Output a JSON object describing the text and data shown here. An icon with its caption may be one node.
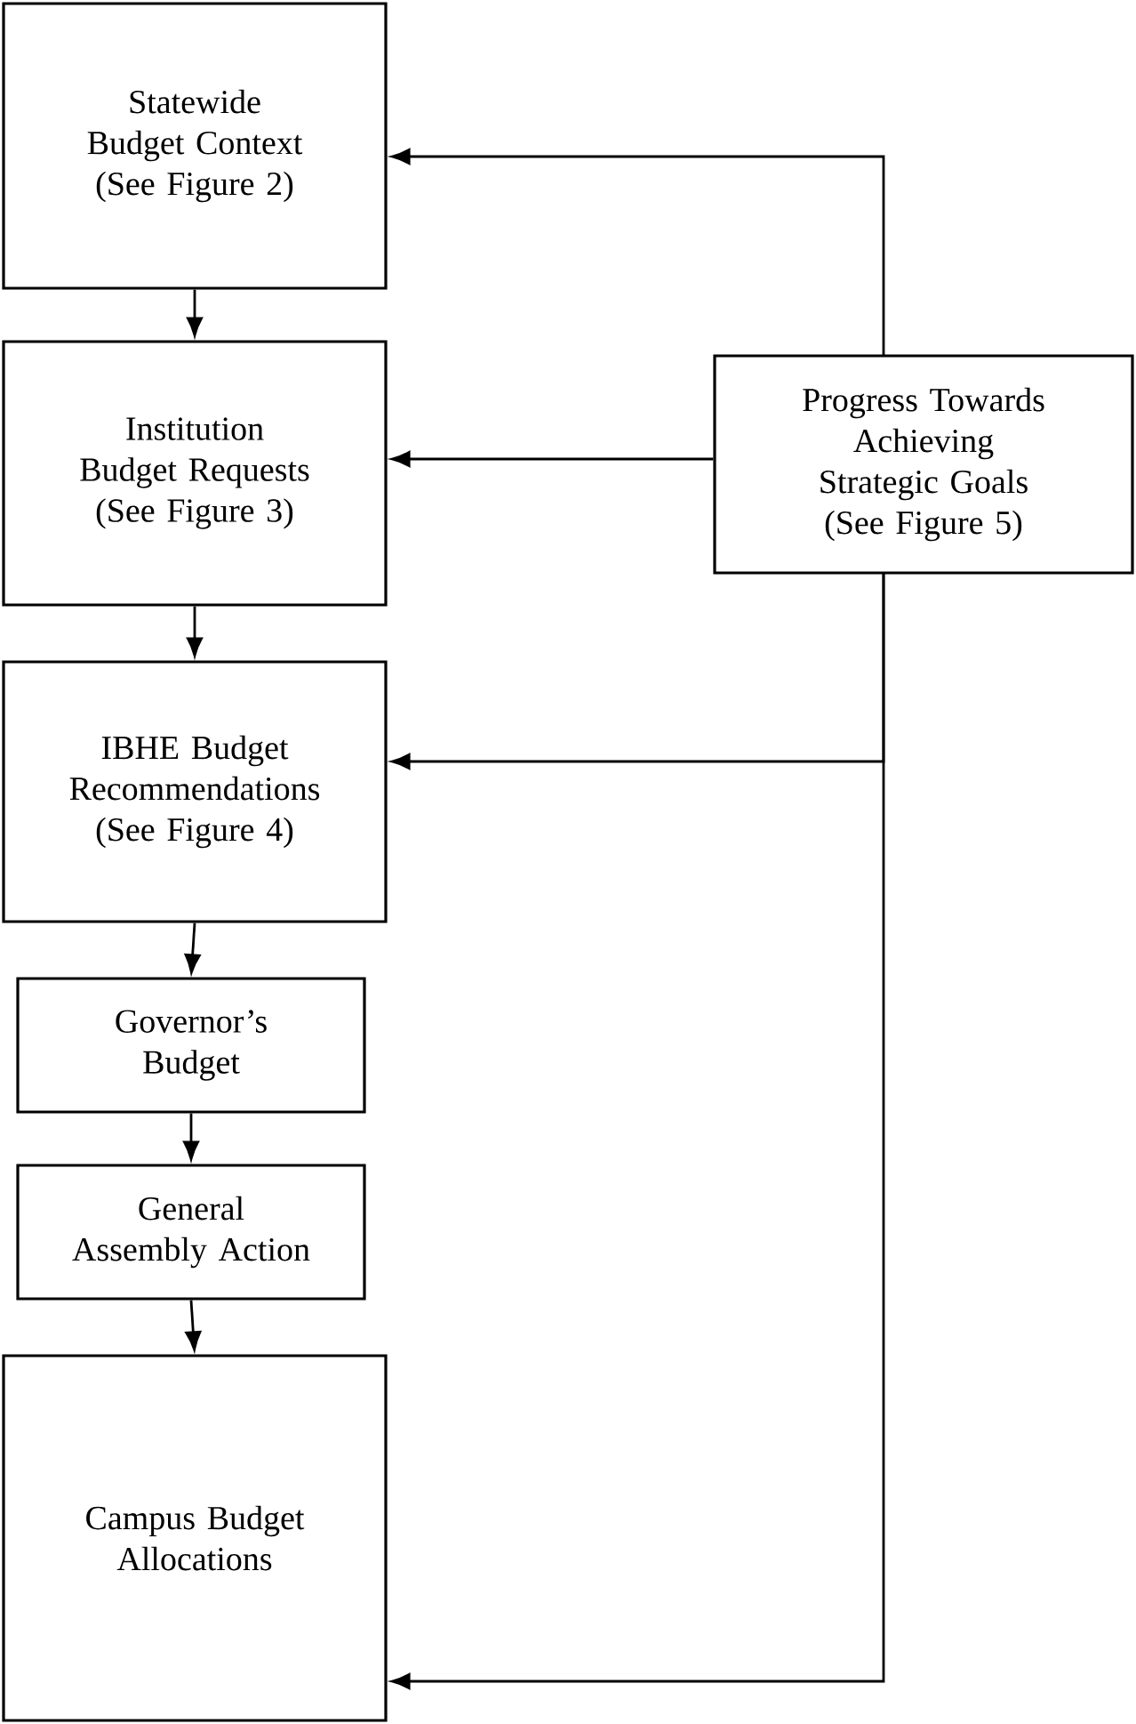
{
  "diagram": {
    "nodes": [
      {
        "text": [
          "Statewide Budget Context (See Figure 2)"
        ]
      },
      {
        "text": [
          "Institution Budget Requests (See Figure 3)"
        ]
      },
      {
        "text": [
          "IBHE Budget Recommendations (See Figure 4)"
        ]
      },
      {
        "text": [
          "Governor’s Budget"
        ]
      },
      {
        "text": [
          "General Assembly Action"
        ]
      },
      {
        "text": [
          "Campus Budget Allocations"
        ]
      },
      {
        "text": [
          "Progress Towards Achieving Strategic Goals (See Figure 5)"
        ]
      }
    ],
    "edges": [
      {
        "from": 0,
        "to": 1,
        "arrow": "to"
      },
      {
        "from": 1,
        "to": 2,
        "arrow": "to"
      },
      {
        "from": 2,
        "to": 3,
        "arrow": "to"
      },
      {
        "from": 3,
        "to": 4,
        "arrow": "to"
      },
      {
        "from": 4,
        "to": 5,
        "arrow": "to"
      },
      {
        "from": 6,
        "to": 0,
        "arrow": "to"
      },
      {
        "from": 6,
        "to": 1,
        "arrow": "to"
      },
      {
        "from": 6,
        "to": 2,
        "arrow": "to"
      },
      {
        "from": 6,
        "to": 5,
        "arrow": "to"
      }
    ]
  }
}
